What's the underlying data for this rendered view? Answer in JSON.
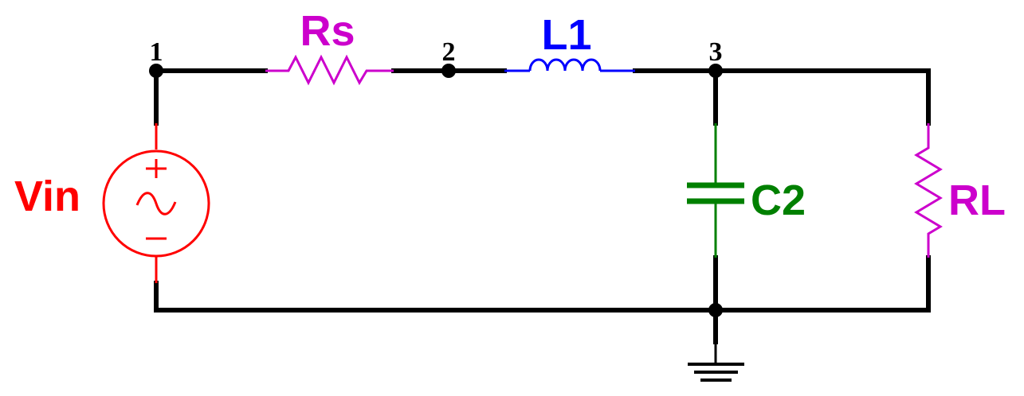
{
  "components": {
    "source": {
      "label": "Vin",
      "plus": "+",
      "minus": "−",
      "color": "#ff0000"
    },
    "rs": {
      "label": "Rs",
      "color": "#cc00cc"
    },
    "l1": {
      "label": "L1",
      "color": "#0000ff"
    },
    "c2": {
      "label": "C2",
      "color": "#008000"
    },
    "rl": {
      "label": "RL",
      "color": "#cc00cc"
    }
  },
  "nodes": [
    {
      "label": "1"
    },
    {
      "label": "2"
    },
    {
      "label": "3"
    }
  ],
  "wire_color": "#000000",
  "ground": {
    "icon": "ground-icon"
  }
}
